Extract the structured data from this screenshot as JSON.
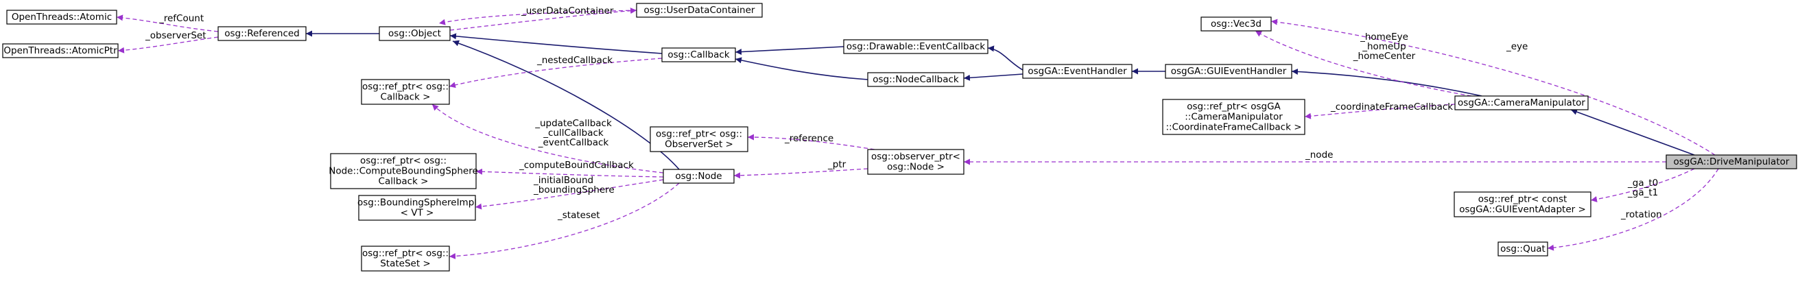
{
  "colors": {
    "inheritance": "#1a1a6e",
    "usage": "#9a32cd",
    "highlight_fill": "#bfbfbf"
  },
  "nodes": {
    "atomic": [
      "OpenThreads::Atomic"
    ],
    "atomicptr": [
      "OpenThreads::AtomicPtr"
    ],
    "referenced": [
      "osg::Referenced"
    ],
    "object": [
      "osg::Object"
    ],
    "userdata": [
      "osg::UserDataContainer"
    ],
    "callback": [
      "osg::Callback"
    ],
    "refcallback": [
      "osg::ref_ptr< osg::",
      "Callback >"
    ],
    "drawableevent": [
      "osg::Drawable::EventCallback"
    ],
    "nodecallback": [
      "osg::NodeCallback"
    ],
    "eventhandler": [
      "osgGA::EventHandler"
    ],
    "guieventhandler": [
      "osgGA::GUIEventHandler"
    ],
    "vec3d": [
      "osg::Vec3d"
    ],
    "refcfcb": [
      "osg::ref_ptr< osgGA",
      "::CameraManipulator",
      "::CoordinateFrameCallback >"
    ],
    "cameramanip": [
      "osgGA::CameraManipulator"
    ],
    "refobserverset": [
      "osg::ref_ptr< osg::",
      "ObserverSet >"
    ],
    "observerptr": [
      "osg::observer_ptr<",
      "osg::Node >"
    ],
    "refcbs": [
      "osg::ref_ptr< osg::",
      "Node::ComputeBoundingSphere",
      "Callback >"
    ],
    "node": [
      "osg::Node"
    ],
    "bsimpl": [
      "osg::BoundingSphereImpl",
      "< VT >"
    ],
    "refstateset": [
      "osg::ref_ptr< osg::",
      "StateSet >"
    ],
    "drivemanip": [
      "osgGA::DriveManipulator"
    ],
    "refguiea": [
      "osg::ref_ptr< const",
      "osgGA::GUIEventAdapter >"
    ],
    "quat": [
      "osg::Quat"
    ]
  },
  "edge_labels": {
    "refcount": [
      "_refCount"
    ],
    "observerset": [
      "_observerSet"
    ],
    "userdatacontainer": [
      "_userDataContainer"
    ],
    "nestedcallback": [
      "_nestedCallback"
    ],
    "node_callbacks": [
      "_updateCallback",
      "_cullCallback",
      "_eventCallback"
    ],
    "computebound": [
      "_computeBoundCallback"
    ],
    "bounds": [
      "_initialBound",
      "_boundingSphere"
    ],
    "stateset": [
      "_stateset"
    ],
    "reference": [
      "_reference"
    ],
    "ptr": [
      "_ptr"
    ],
    "home": [
      "_homeEye",
      "_homeUp",
      "_homeCenter"
    ],
    "eye": [
      "_eye"
    ],
    "coordframe": [
      "_coordinateFrameCallback"
    ],
    "node": [
      "_node"
    ],
    "ga": [
      "_ga_t0",
      "_ga_t1"
    ],
    "rotation": [
      "_rotation"
    ]
  }
}
